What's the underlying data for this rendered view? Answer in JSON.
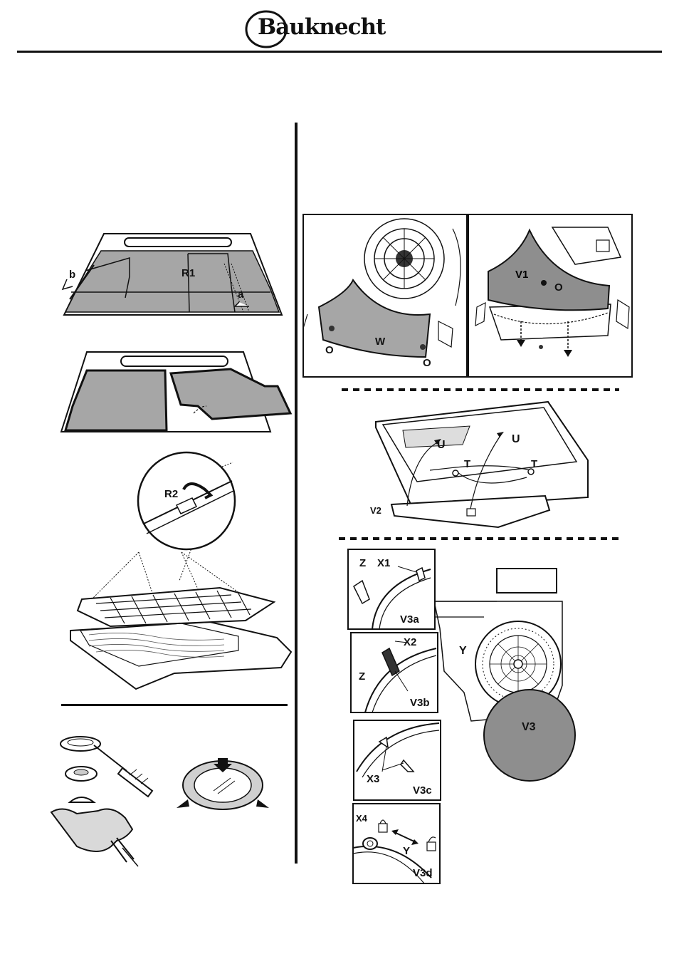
{
  "brand": {
    "logo_text": "Bauknecht",
    "logo_initial": "B"
  },
  "colors": {
    "ink": "#111111",
    "filter_gray": "#a6a6a6",
    "panel_gray": "#8e8e8e",
    "paper": "#ffffff"
  },
  "labels": {
    "r1": "R1",
    "a": "a",
    "b": "b",
    "r2": "R2",
    "w": "W",
    "o1": "O",
    "o2": "O",
    "v1": "V1",
    "o3": "O",
    "u1": "U",
    "u2": "U",
    "t1": "T",
    "t2": "T",
    "v2": "V2",
    "z1": "Z",
    "x1": "X1",
    "v3a": "V3a",
    "x2": "X2",
    "z2": "Z",
    "v3b": "V3b",
    "x3": "X3",
    "v3c": "V3c",
    "x4": "X4",
    "y1": "Y",
    "v3d": "V3d",
    "y2": "Y",
    "v3": "V3"
  }
}
